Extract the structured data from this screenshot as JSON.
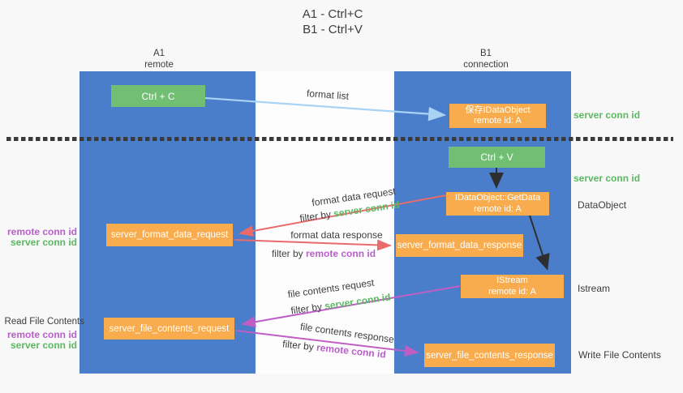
{
  "title": {
    "line1": "A1 - Ctrl+C",
    "line2": "B1 - Ctrl+V"
  },
  "lanes": {
    "a": {
      "id": "A1",
      "subtitle": "remote"
    },
    "b": {
      "id": "B1",
      "subtitle": "connection"
    }
  },
  "nodes": {
    "ctrl_c": {
      "label": "Ctrl + C"
    },
    "save_dataobject": {
      "line1": "保存IDataObject",
      "line2": "remote id: A"
    },
    "ctrl_v": {
      "label": "Ctrl + V"
    },
    "getdata": {
      "line1": "IDataObject::GetData",
      "line2": "remote id: A"
    },
    "format_request": {
      "label": "server_format_data_request"
    },
    "format_response": {
      "label": "server_format_data_response"
    },
    "istream": {
      "line1": "IStream",
      "line2": "remote id: A"
    },
    "file_request": {
      "label": "server_file_contents_request"
    },
    "file_response": {
      "label": "server_file_contents_response"
    }
  },
  "flow_labels": {
    "format_list": "format list",
    "format_data_request": {
      "text": "format data request",
      "filter": "filter by",
      "key": "server conn id"
    },
    "format_data_response": {
      "text": "format data response",
      "filter": "filter by",
      "key": "remote conn id"
    },
    "file_contents_request": {
      "text": "file contents request",
      "filter": "filter by",
      "key": "server conn id"
    },
    "file_contents_response": {
      "text": "file contents response",
      "filter": "filter by",
      "key": "remote conn id"
    }
  },
  "annotations": {
    "server_conn_id_top": "server conn id",
    "server_conn_id_mid": "server conn id",
    "dataobject": "DataObject",
    "istream": "Istream",
    "write_file_contents": "Write File Contents",
    "left_remote_conn_id": "remote conn id",
    "left_server_conn_id": "server conn id",
    "read_file_contents": "Read File Contents",
    "read_remote_conn_id": "remote conn id",
    "read_server_conn_id": "server conn id"
  },
  "colors": {
    "lane_blue": "#4a7ecb",
    "box_green": "#70bf73",
    "box_orange": "#f9ac4d",
    "arrow_light_blue": "#a9d2f3",
    "arrow_red": "#e96b6b",
    "arrow_purple": "#bf5fc6",
    "arrow_black": "#2e2e2e",
    "label_green": "#5cb961",
    "label_purple": "#b95fc9",
    "text_dark": "#3d3d3d",
    "background": "#f8f8f9"
  }
}
